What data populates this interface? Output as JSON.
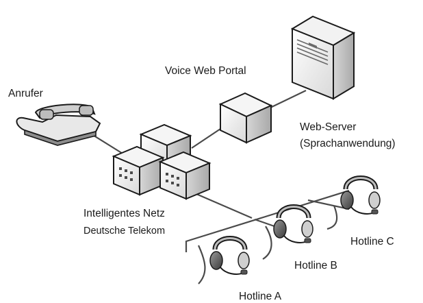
{
  "labels": {
    "caller": "Anrufer",
    "portal": "Voice Web Portal",
    "server_line1": "Web-Server",
    "server_line2": "(Sprachanwendung)",
    "network_line1": "Intelligentes Netz",
    "network_line2": "Deutsche Telekom",
    "hotline_a": "Hotline A",
    "hotline_b": "Hotline B",
    "hotline_c": "Hotline C"
  },
  "icons": {
    "phone": "telephone-icon",
    "server": "web-server-icon",
    "portal": "voice-portal-box-icon",
    "network": "network-buildings-icon",
    "headset": "headset-icon"
  }
}
